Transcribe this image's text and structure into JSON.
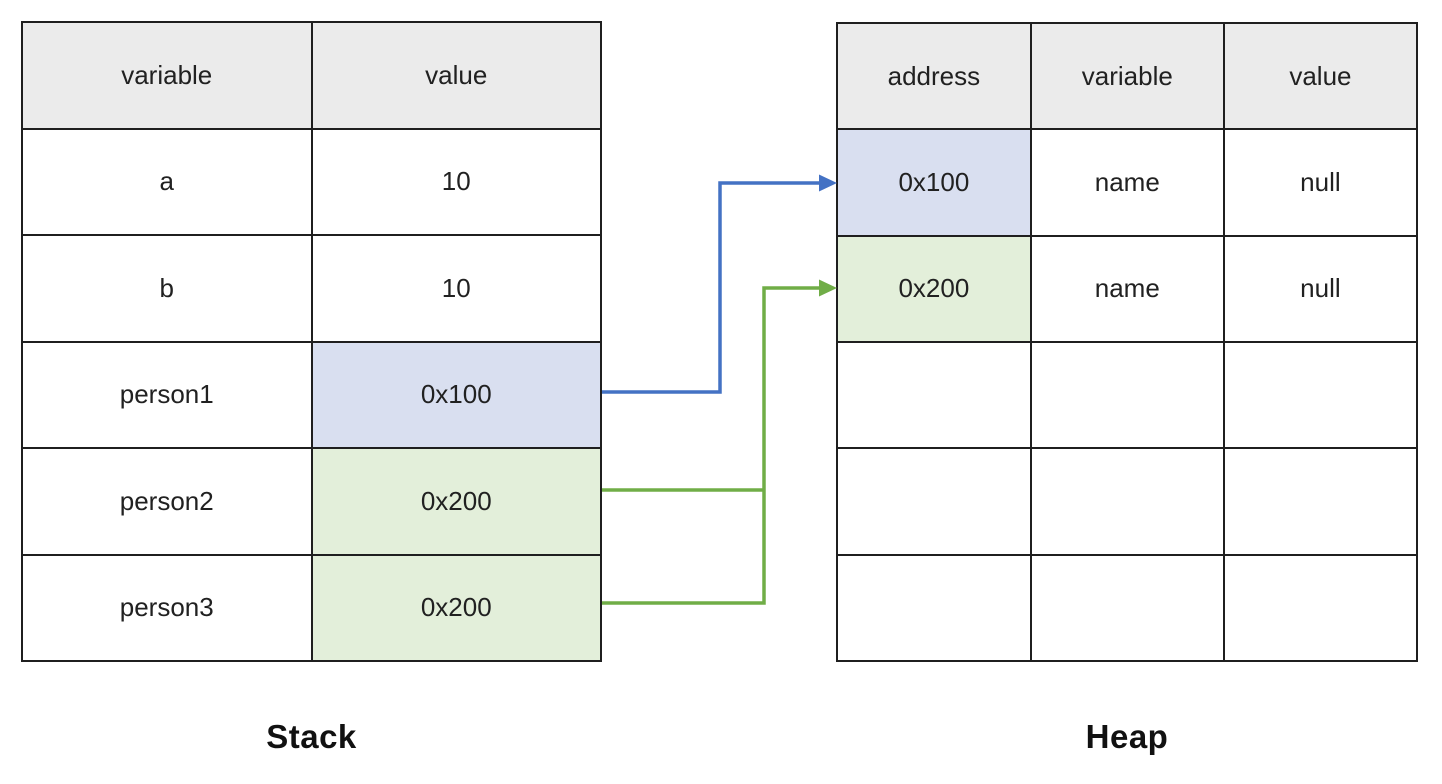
{
  "diagram": {
    "stack": {
      "caption": "Stack",
      "headers": [
        "variable",
        "value"
      ],
      "rows": [
        {
          "variable": "a",
          "value": "10",
          "highlight": "none"
        },
        {
          "variable": "b",
          "value": "10",
          "highlight": "none"
        },
        {
          "variable": "person1",
          "value": "0x100",
          "highlight": "blue"
        },
        {
          "variable": "person2",
          "value": "0x200",
          "highlight": "green"
        },
        {
          "variable": "person3",
          "value": "0x200",
          "highlight": "green"
        }
      ]
    },
    "heap": {
      "caption": "Heap",
      "headers": [
        "address",
        "variable",
        "value"
      ],
      "rows": [
        {
          "address": "0x100",
          "variable": "name",
          "value": "null",
          "highlight": "blue"
        },
        {
          "address": "0x200",
          "variable": "name",
          "value": "null",
          "highlight": "green"
        },
        {
          "address": "",
          "variable": "",
          "value": "",
          "highlight": "none"
        },
        {
          "address": "",
          "variable": "",
          "value": "",
          "highlight": "none"
        },
        {
          "address": "",
          "variable": "",
          "value": "",
          "highlight": "none"
        }
      ]
    },
    "arrows": [
      {
        "from": "stack person1 value 0x100",
        "to": "heap address 0x100",
        "color": "#4472c4"
      },
      {
        "from": "stack person2 value 0x200",
        "to": "heap address 0x200",
        "color": "#70ad47"
      },
      {
        "from": "stack person3 value 0x200",
        "to": "heap address 0x200",
        "color": "#70ad47"
      }
    ]
  },
  "colors": {
    "header_gray": "#ebebeb",
    "highlight_blue": "#d9dff0",
    "highlight_green": "#e3efda",
    "arrow_blue": "#4472c4",
    "arrow_green": "#70ad47"
  }
}
